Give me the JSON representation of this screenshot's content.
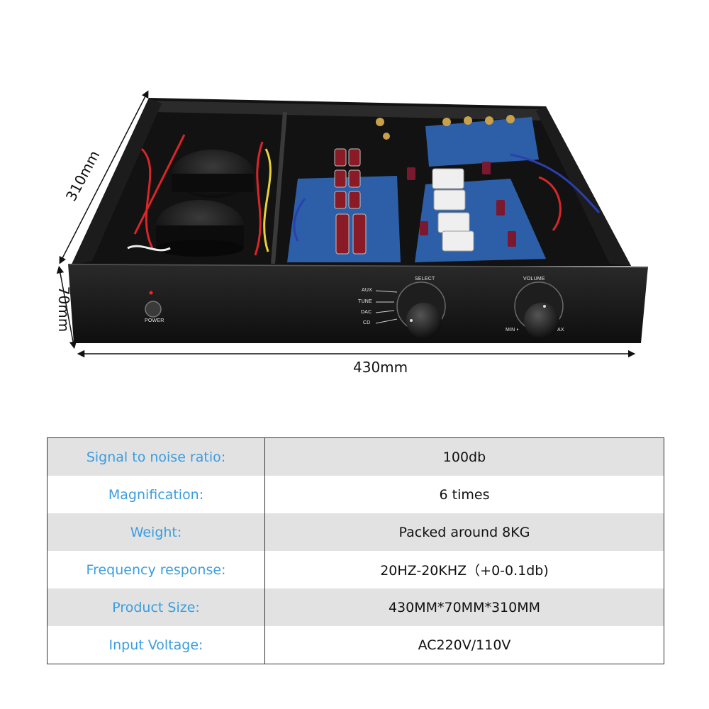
{
  "dimensions": {
    "width": "430mm",
    "depth": "310mm",
    "height": "70mm"
  },
  "front_panel": {
    "power_label": "POWER",
    "select_label": "SELECT",
    "volume_label": "VOLUME",
    "volume_min": "MIN •",
    "volume_max": "AX",
    "inputs": [
      "AUX",
      "TUNE",
      "DAC",
      "CD"
    ]
  },
  "specs": [
    {
      "label": "Signal to noise ratio:",
      "value": "100db"
    },
    {
      "label": "Magnification:",
      "value": "6 times"
    },
    {
      "label": "Weight:",
      "value": "Packed around 8KG"
    },
    {
      "label": "Frequency response:",
      "value": "20HZ-20KHZ（+0-0.1db)"
    },
    {
      "label": "Product Size:",
      "value": "430MM*70MM*310MM"
    },
    {
      "label": "Input Voltage:",
      "value": "AC220V/110V"
    }
  ],
  "colors": {
    "label_blue": "#3a9de0",
    "row_shade": "#e2e2e2",
    "chassis": "#141414"
  }
}
